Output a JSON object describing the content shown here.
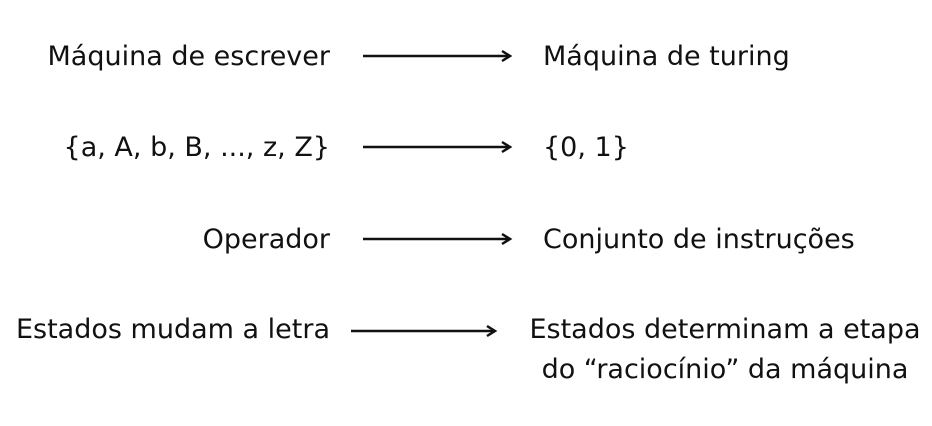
{
  "mappings": [
    {
      "left": "Máquina de escrever",
      "right": [
        "Máquina de turing"
      ]
    },
    {
      "left": "{a, A, b, B, ..., z, Z}",
      "right": [
        "{0, 1}"
      ]
    },
    {
      "left": "Operador",
      "right": [
        "Conjunto de instruções"
      ]
    },
    {
      "left": "Estados mudam a letra",
      "right": [
        "Estados determinam a etapa",
        "do “raciocínio” da máquina"
      ]
    }
  ]
}
